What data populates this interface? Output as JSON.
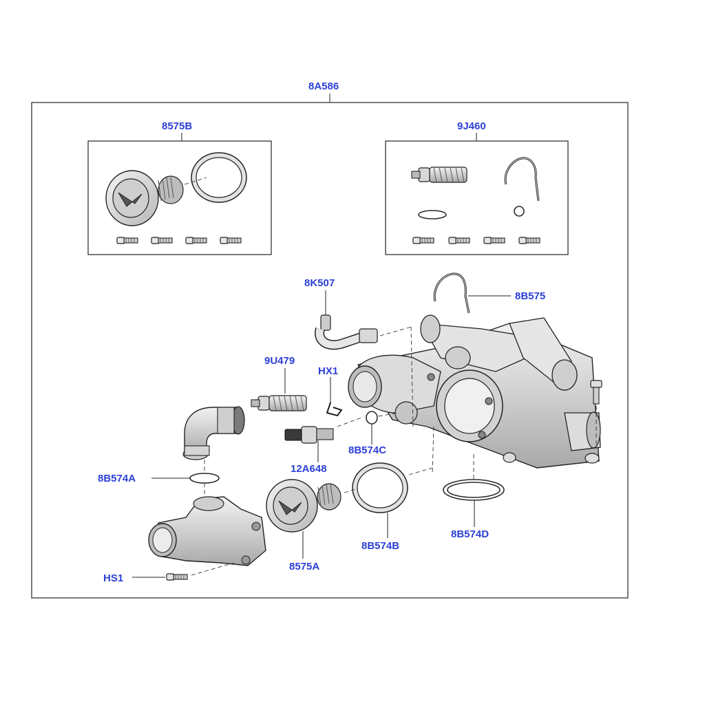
{
  "labels": {
    "assembly": "8A586",
    "kit_thermostat": "8575B",
    "kit_sensor": "9J460",
    "sensor_8k507": "8K507",
    "clip_8b575": "8B575",
    "sensor_9u479": "9U479",
    "clip_hx1": "HX1",
    "seal_8b574c": "8B574C",
    "sensor_12a648": "12A648",
    "seal_8b574a": "8B574A",
    "seal_8b574b": "8B574B",
    "seal_8b574d": "8B574D",
    "thermostat_8575a": "8575A",
    "bolt_hs1": "HS1"
  },
  "colors": {
    "label": "#2b3fd6",
    "line": "#222222",
    "part_fill": "#d9d9d9"
  }
}
